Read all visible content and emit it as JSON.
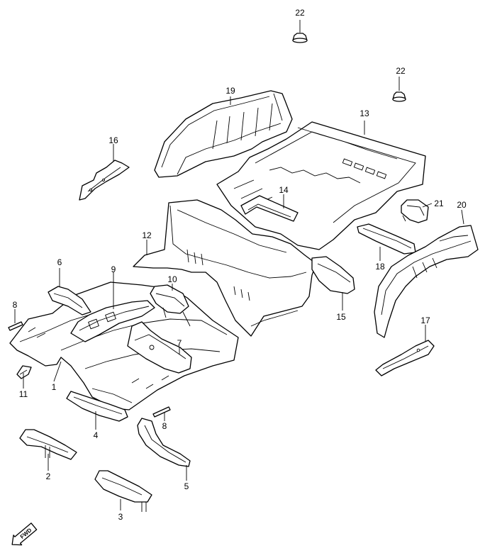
{
  "diagram": {
    "callouts": {
      "c1": "1",
      "c2": "2",
      "c3": "3",
      "c4": "4",
      "c5": "5",
      "c6": "6",
      "c7": "7",
      "c8a": "8",
      "c8b": "8",
      "c9": "9",
      "c10": "10",
      "c11": "11",
      "c12": "12",
      "c13": "13",
      "c14": "14",
      "c15": "15",
      "c16": "16",
      "c17": "17",
      "c18": "18",
      "c19": "19",
      "c20": "20",
      "c21": "21",
      "c22a": "22",
      "c22b": "22"
    },
    "fwd_label": "FWD"
  }
}
